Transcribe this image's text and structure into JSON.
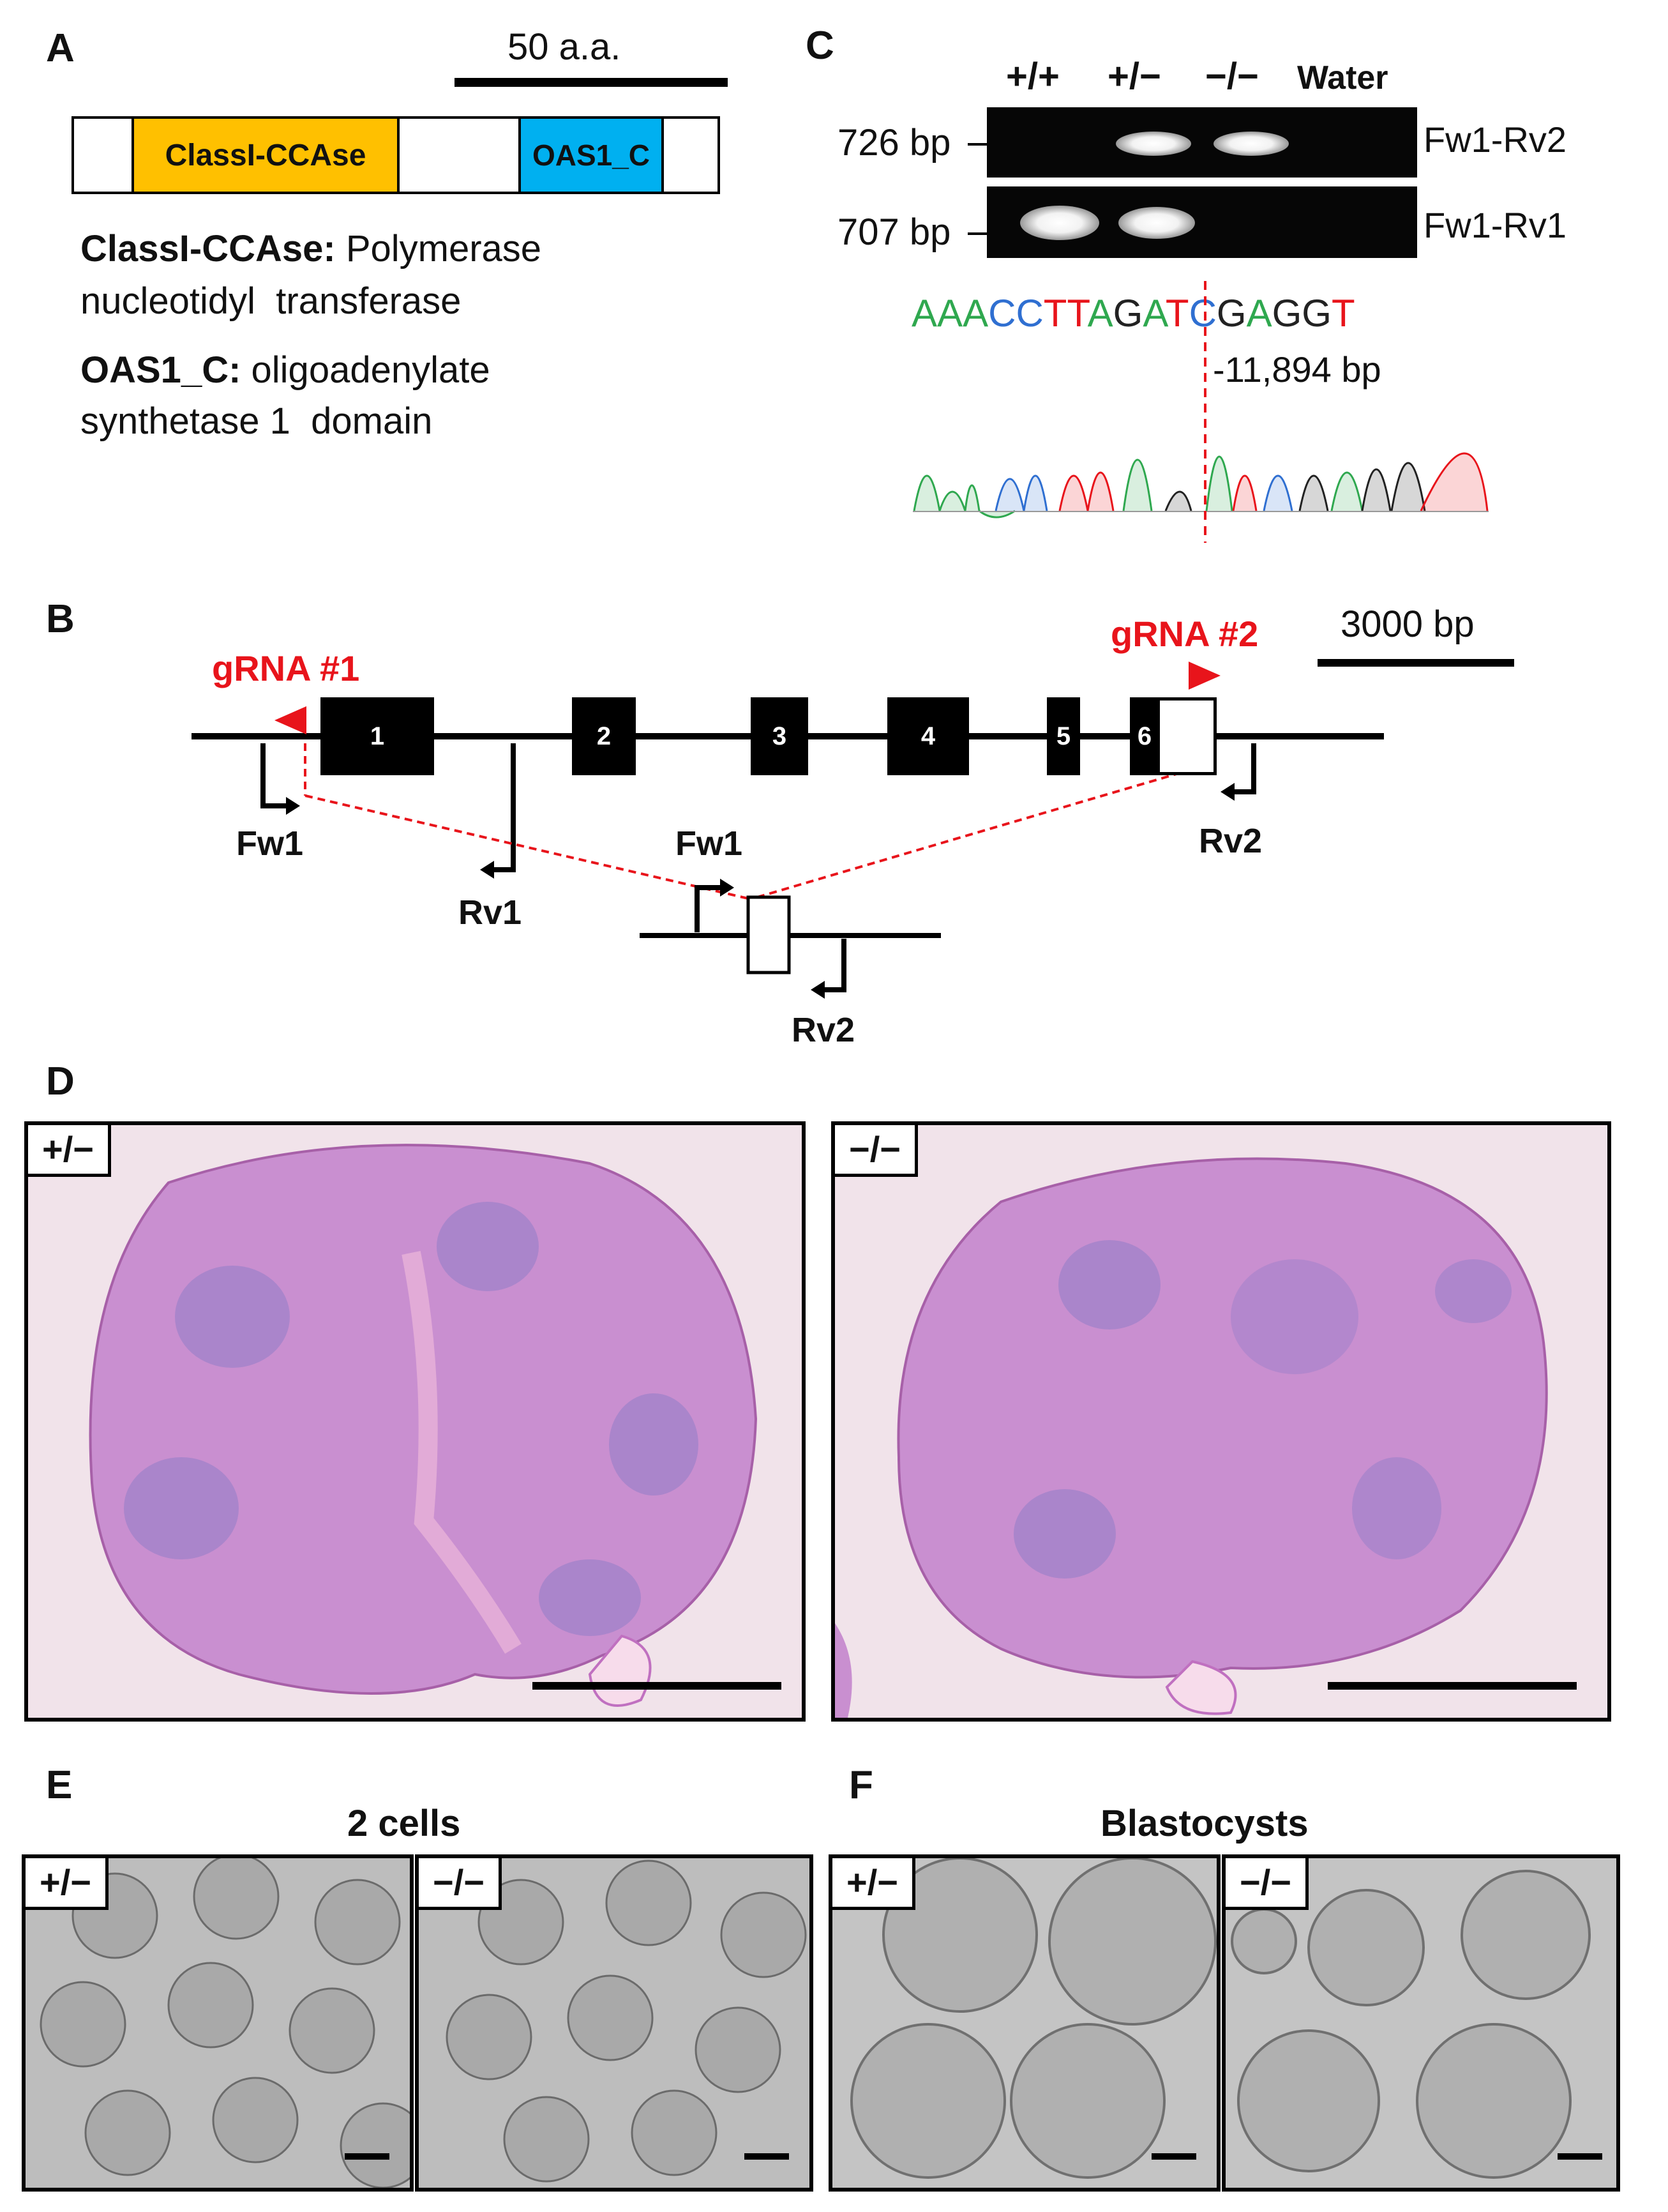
{
  "panels": {
    "a": "A",
    "b": "B",
    "c": "C",
    "d": "D",
    "e": "E",
    "f": "F"
  },
  "panel_a": {
    "scale_label": "50 a.a.",
    "domain1_label": "ClassI-CCAse",
    "domain2_label": "OAS1_C",
    "def1_term": "ClassI-CCAse:",
    "def1_text_line1": "Polymerase",
    "def1_text_line2": "nucleotidyl  transferase",
    "def2_term": "OAS1_C:",
    "def2_text_line1": "oligoadenylate",
    "def2_text_line2": "synthetase 1  domain",
    "colors": {
      "domain1": "#ffc000",
      "domain2": "#00b0f0"
    }
  },
  "panel_b": {
    "scale_label": "3000 bp",
    "grna1": "gRNA #1",
    "grna2": "gRNA #2",
    "exons": [
      "1",
      "2",
      "3",
      "4",
      "5",
      "6"
    ],
    "primers": {
      "fw1": "Fw1",
      "rv1": "Rv1",
      "rv2": "Rv2",
      "fw1_deleted": "Fw1",
      "rv2_deleted": "Rv2"
    },
    "colors": {
      "grna": "#e8141b",
      "deletion_line": "#e8141b"
    }
  },
  "panel_c": {
    "lanes": [
      "+/+",
      "+/−",
      "−/−",
      "Water"
    ],
    "gel_rows": [
      {
        "size": "726 bp",
        "primer_pair": "Fw1-Rv2",
        "bands": [
          false,
          true,
          true,
          false
        ]
      },
      {
        "size": "707 bp",
        "primer_pair": "Fw1-Rv1",
        "bands": [
          true,
          true,
          false,
          false
        ]
      }
    ],
    "sequence": [
      {
        "base": "A",
        "color": "#2fa84f"
      },
      {
        "base": "A",
        "color": "#2fa84f"
      },
      {
        "base": "A",
        "color": "#2fa84f"
      },
      {
        "base": "C",
        "color": "#2f6fd1"
      },
      {
        "base": "C",
        "color": "#2f6fd1"
      },
      {
        "base": "T",
        "color": "#e8141b"
      },
      {
        "base": "T",
        "color": "#e8141b"
      },
      {
        "base": "A",
        "color": "#2fa84f"
      },
      {
        "base": "G",
        "color": "#222222"
      },
      {
        "base": "A",
        "color": "#2fa84f"
      },
      {
        "base": "T",
        "color": "#e8141b"
      },
      {
        "base": "C",
        "color": "#2f6fd1"
      },
      {
        "base": "G",
        "color": "#222222"
      },
      {
        "base": "A",
        "color": "#2fa84f"
      },
      {
        "base": "G",
        "color": "#222222"
      },
      {
        "base": "G",
        "color": "#222222"
      },
      {
        "base": "T",
        "color": "#e8141b"
      }
    ],
    "deletion_label": "-11,894 bp"
  },
  "panel_d": {
    "left_genotype": "+/−",
    "right_genotype": "−/−",
    "tissue_color": "#c98fd0",
    "background_color": "#f1e3ea"
  },
  "panel_e": {
    "title": "2 cells",
    "left_genotype": "+/−",
    "right_genotype": "−/−"
  },
  "panel_f": {
    "title": "Blastocysts",
    "left_genotype": "+/−",
    "right_genotype": "−/−"
  }
}
